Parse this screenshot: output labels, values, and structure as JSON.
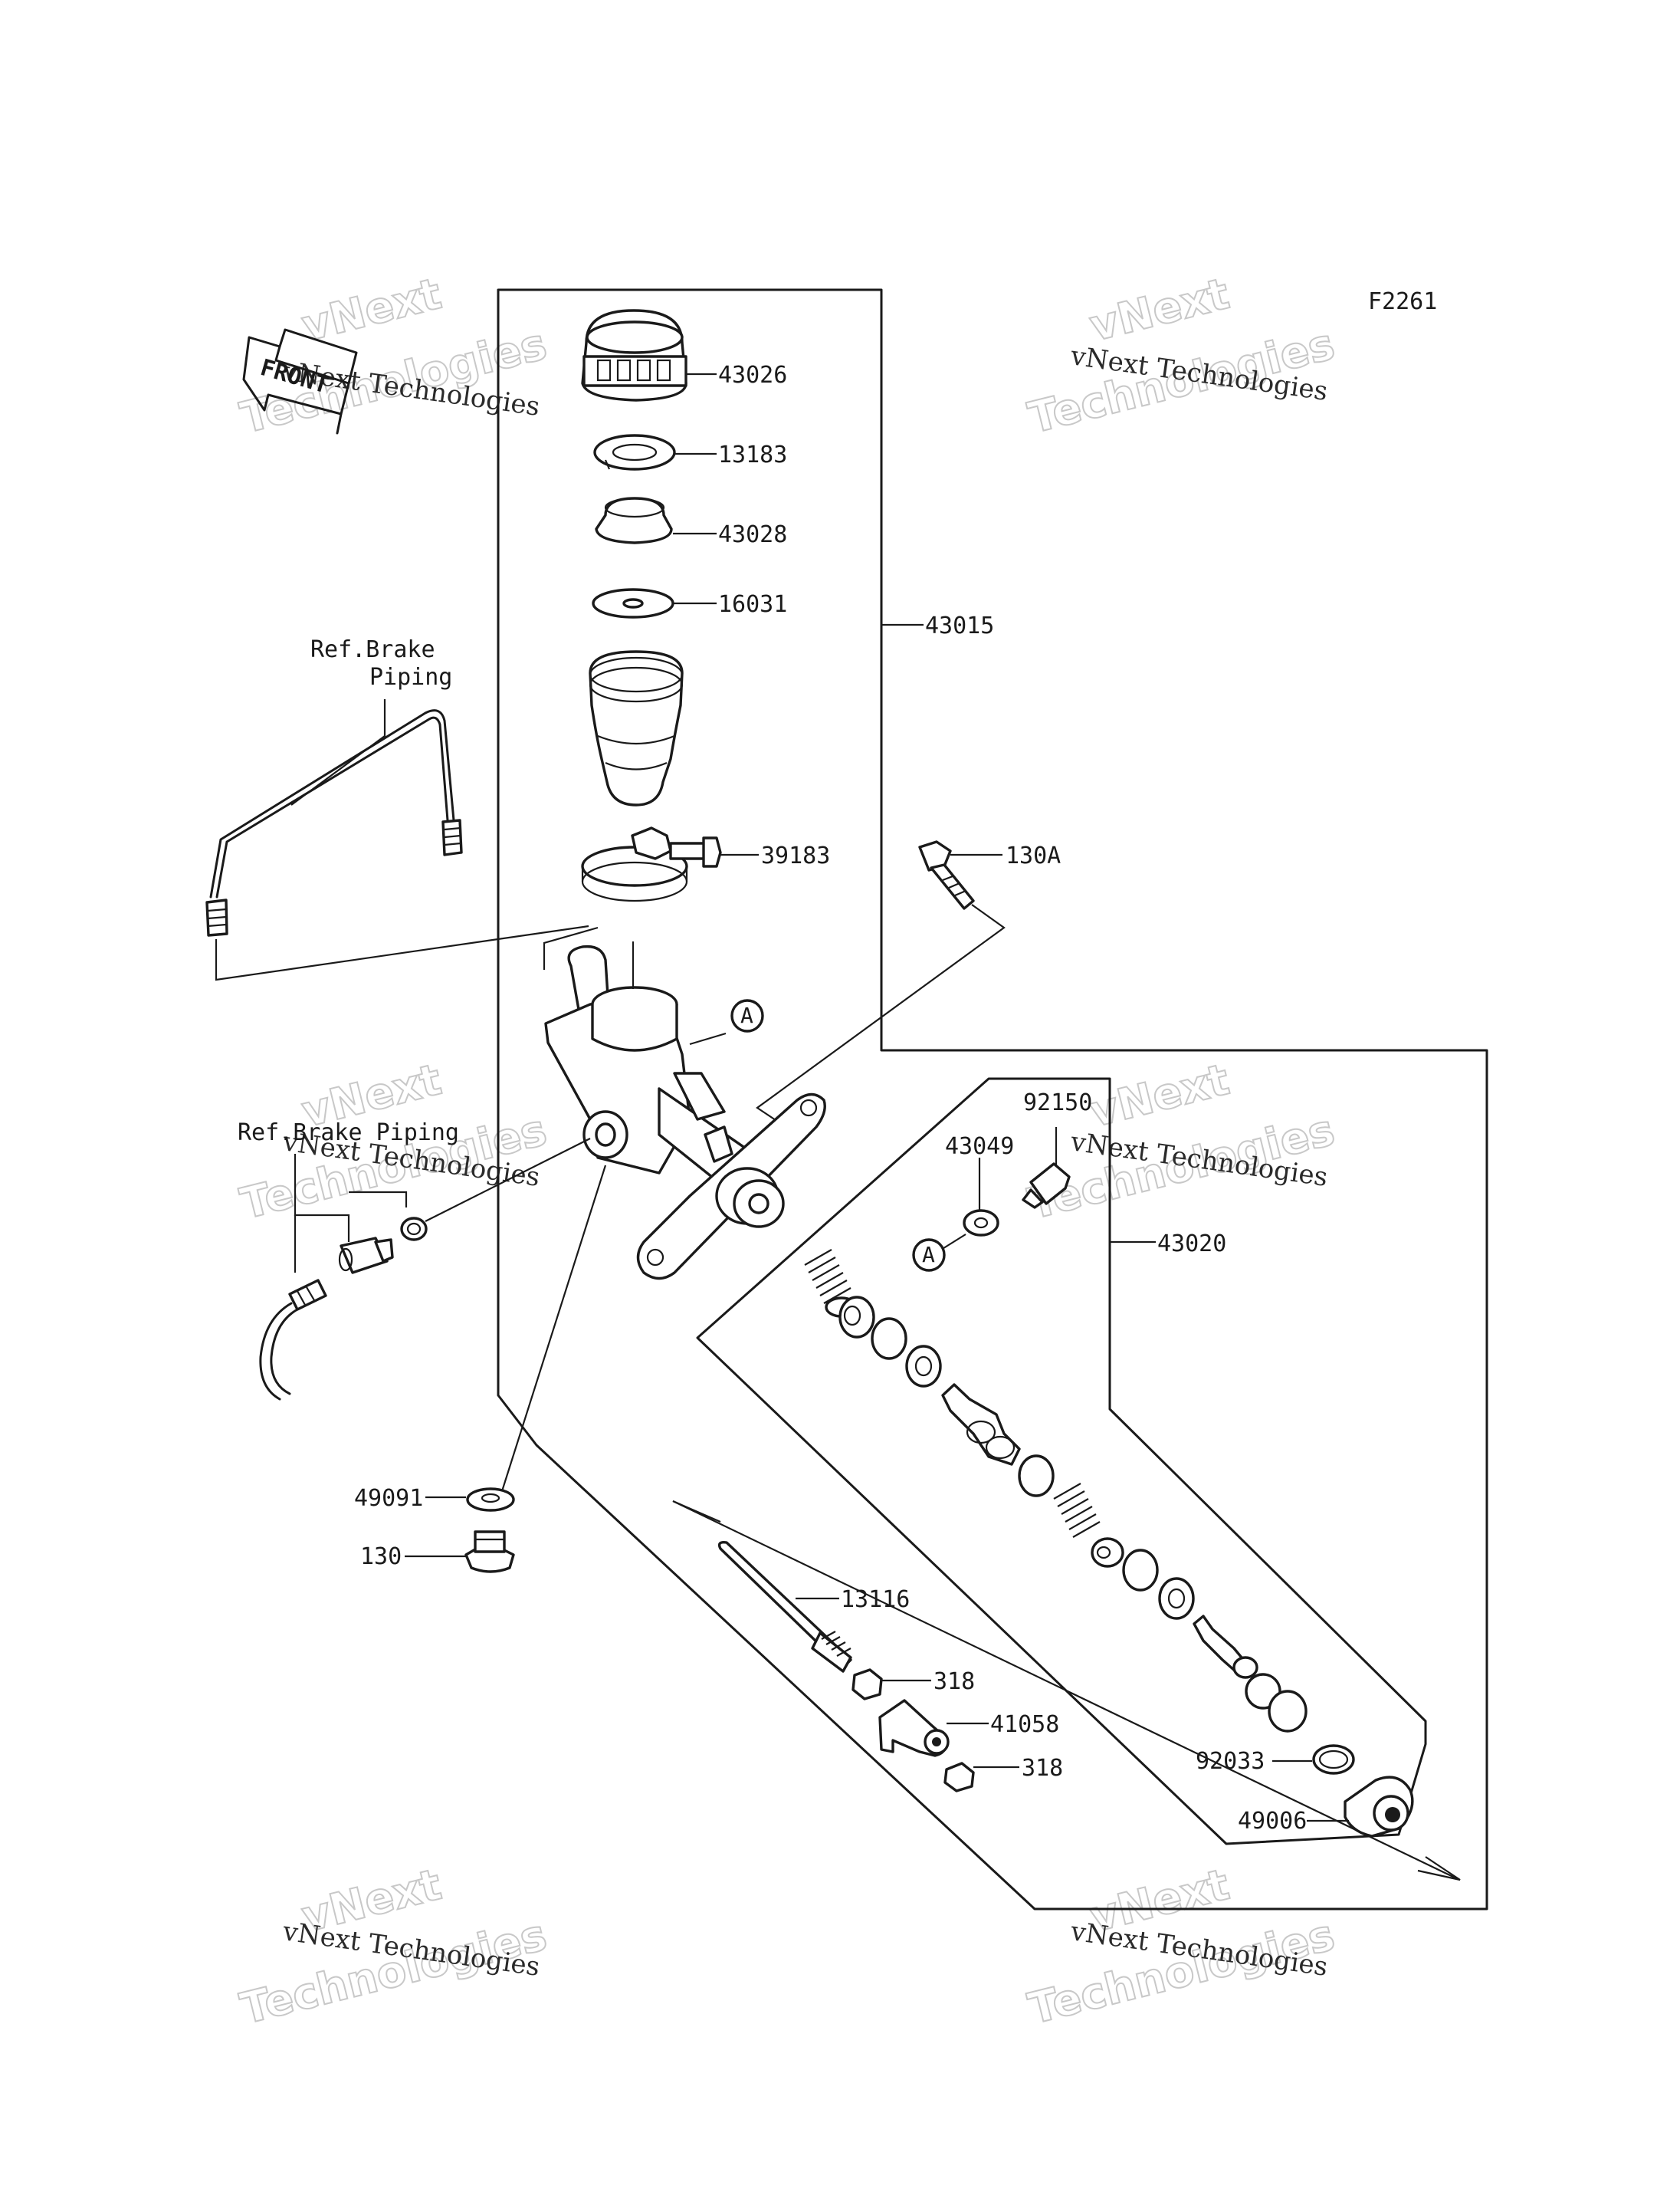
{
  "figure_code": "F2261",
  "front_label": "FRONT",
  "ref_labels": {
    "brake_piping_top_line1": "Ref.Brake",
    "brake_piping_top_line2": "Piping",
    "brake_piping_mid": "Ref.Brake Piping"
  },
  "callout_marker": "A",
  "parts": [
    {
      "id": "p43026",
      "number": "43026"
    },
    {
      "id": "p13183",
      "number": "13183"
    },
    {
      "id": "p43028",
      "number": "43028"
    },
    {
      "id": "p16031",
      "number": "16031"
    },
    {
      "id": "p43015",
      "number": "43015"
    },
    {
      "id": "p39183",
      "number": "39183"
    },
    {
      "id": "p130A",
      "number": "130A"
    },
    {
      "id": "p92150",
      "number": "92150"
    },
    {
      "id": "p43049",
      "number": "43049"
    },
    {
      "id": "p43020",
      "number": "43020"
    },
    {
      "id": "p49091",
      "number": "49091"
    },
    {
      "id": "p130",
      "number": "130"
    },
    {
      "id": "p13116",
      "number": "13116"
    },
    {
      "id": "p318a",
      "number": "318"
    },
    {
      "id": "p41058",
      "number": "41058"
    },
    {
      "id": "p318b",
      "number": "318"
    },
    {
      "id": "p92033",
      "number": "92033"
    },
    {
      "id": "p49006",
      "number": "49006"
    }
  ],
  "watermark": {
    "line1": "vNext Technologies",
    "line2": "vNext",
    "line3": "Technologies"
  }
}
